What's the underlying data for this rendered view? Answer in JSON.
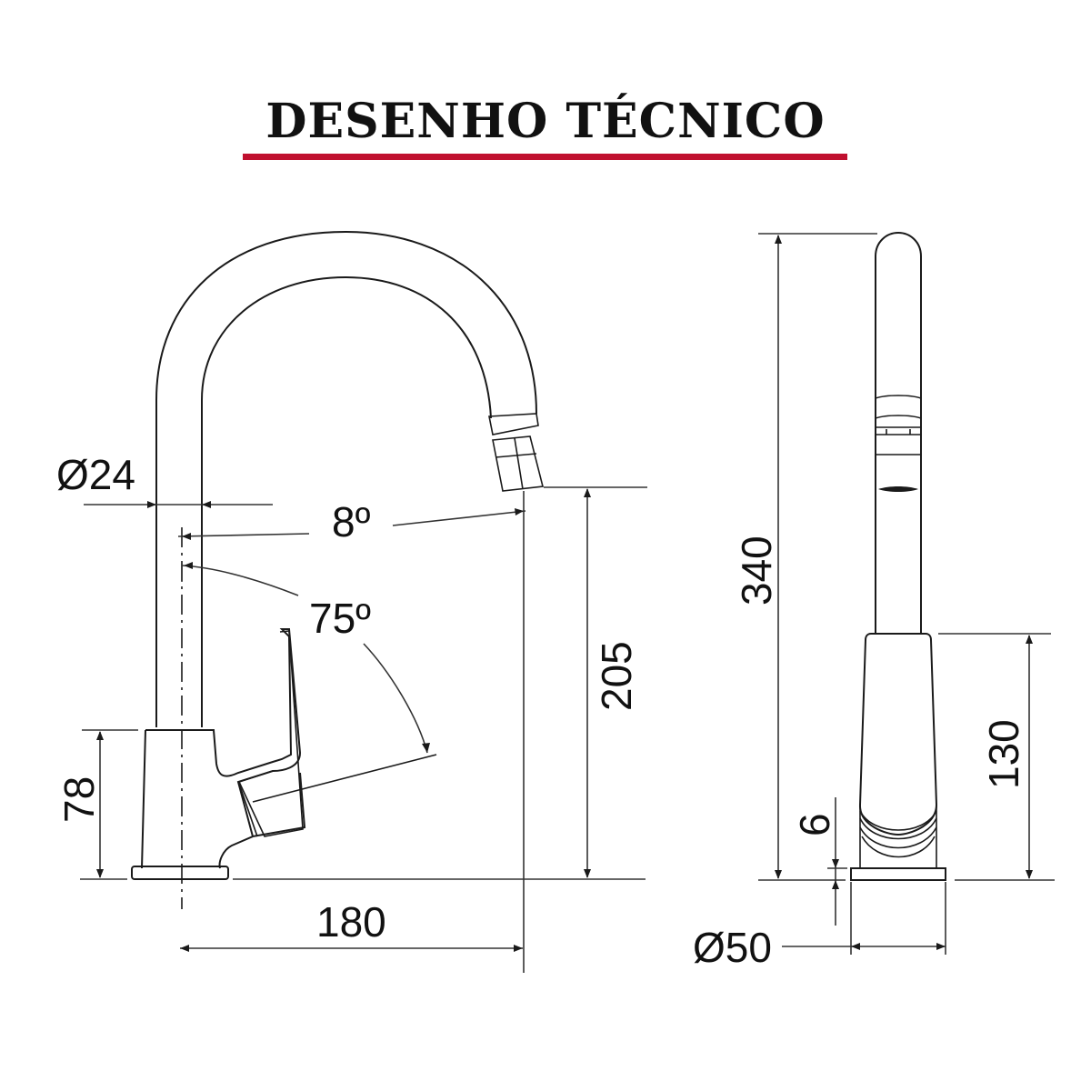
{
  "header": {
    "title": "DESENHO TÉCNICO",
    "rule_color": "#c0102f"
  },
  "front_view": {
    "pipe_diameter": "Ø24",
    "spout_angle": "8º",
    "handle_rotation": "75º",
    "base_height": "78",
    "spout_outlet_height": "205",
    "spout_reach": "180"
  },
  "side_view": {
    "total_height": "340",
    "handle_height": "130",
    "base_plate_thickness": "6",
    "base_diameter": "Ø50"
  },
  "colors": {
    "line": "#1a1a1a",
    "background": "#ffffff",
    "accent": "#c0102f"
  }
}
